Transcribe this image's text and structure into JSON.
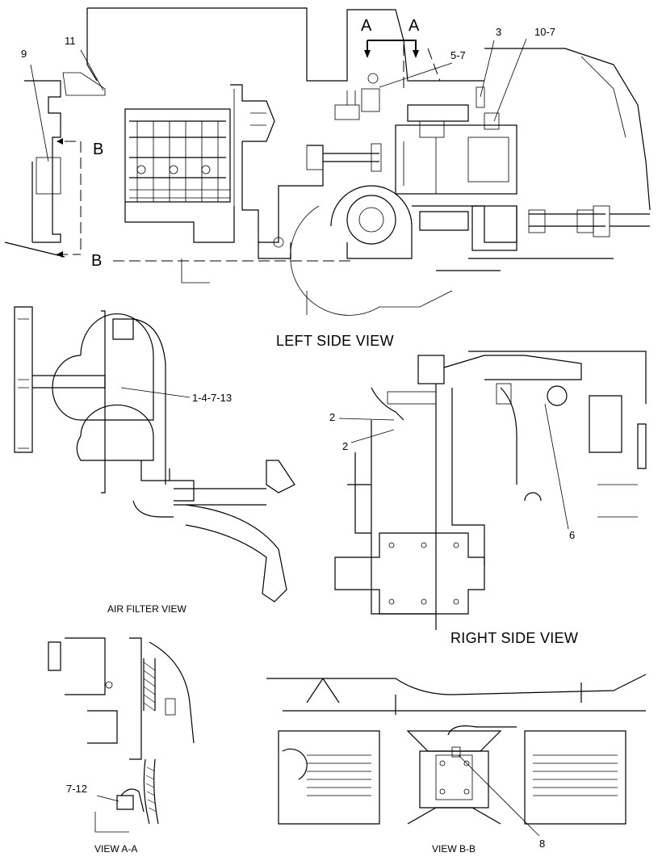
{
  "views": {
    "left_side": "LEFT SIDE VIEW",
    "right_side": "RIGHT SIDE VIEW",
    "air_filter": "AIR FILTER VIEW",
    "view_aa": "VIEW A-A",
    "view_bb": "VIEW B-B"
  },
  "section_markers": {
    "a_left": "A",
    "a_right": "A",
    "b_top": "B",
    "b_bottom": "B"
  },
  "callouts": {
    "c9": "9",
    "c11": "11",
    "c5_7": "5-7",
    "c3": "3",
    "c10_7": "10-7",
    "c1_4_7_13": "1-4-7-13",
    "c2a": "2",
    "c2b": "2",
    "c6": "6",
    "c7_12": "7-12",
    "c8": "8"
  }
}
